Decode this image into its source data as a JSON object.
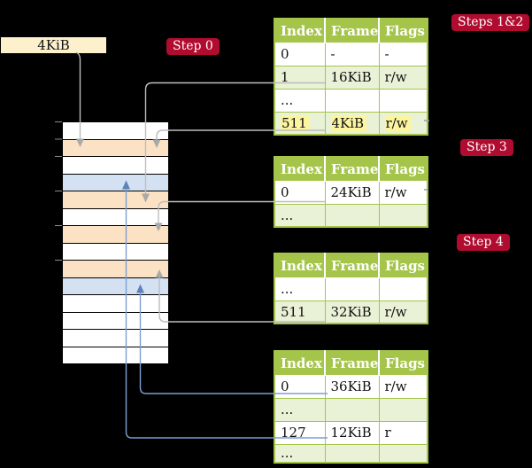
{
  "frame_size_label": "4KiB",
  "badges": [
    {
      "label": "Step 0"
    },
    {
      "label": "Steps 1&2"
    },
    {
      "label": "Step 3"
    },
    {
      "label": "Step 4"
    }
  ],
  "page_tables": [
    {
      "columns": [
        "Index",
        "Frame",
        "Flags"
      ],
      "rows": [
        {
          "index": "0",
          "frame": "-",
          "flags": "-"
        },
        {
          "index": "1",
          "frame": "16KiB",
          "flags": "r/w"
        },
        {
          "index": "...",
          "frame": "",
          "flags": ""
        },
        {
          "index": "511",
          "frame": "4KiB",
          "flags": "r/w",
          "highlighted": true
        }
      ]
    },
    {
      "columns": [
        "Index",
        "Frame",
        "Flags"
      ],
      "rows": [
        {
          "index": "0",
          "frame": "24KiB",
          "flags": "r/w"
        },
        {
          "index": "...",
          "frame": "",
          "flags": ""
        }
      ]
    },
    {
      "columns": [
        "Index",
        "Frame",
        "Flags"
      ],
      "rows": [
        {
          "index": "...",
          "frame": "",
          "flags": ""
        },
        {
          "index": "511",
          "frame": "32KiB",
          "flags": "r/w"
        }
      ]
    },
    {
      "columns": [
        "Index",
        "Frame",
        "Flags"
      ],
      "rows": [
        {
          "index": "0",
          "frame": "36KiB",
          "flags": "r/w"
        },
        {
          "index": "...",
          "frame": "",
          "flags": ""
        },
        {
          "index": "127",
          "frame": "12KiB",
          "flags": "r"
        },
        {
          "index": "...",
          "frame": "",
          "flags": ""
        }
      ]
    }
  ],
  "memory": {
    "rows": [
      "plain",
      "table-frame",
      "plain",
      "mapped-page",
      "table-frame",
      "plain",
      "table-frame",
      "plain",
      "table-frame",
      "mapped-page",
      "plain",
      "plain",
      "plain",
      "plain"
    ]
  },
  "colors": {
    "background": "#000000",
    "badge_red": "#b00c2f",
    "table_header_green": "#a5c54a",
    "table_row_green": "#e9f1d6",
    "table_frame_peach": "#fbe2c4",
    "mapped_page_blue": "#d4e1f3",
    "highlight_yellow": "#fbf5a0",
    "label_cream": "#fcf0cd",
    "arrow_gray": "#b5b5b5",
    "arrow_blue": "#6c8fc4"
  }
}
